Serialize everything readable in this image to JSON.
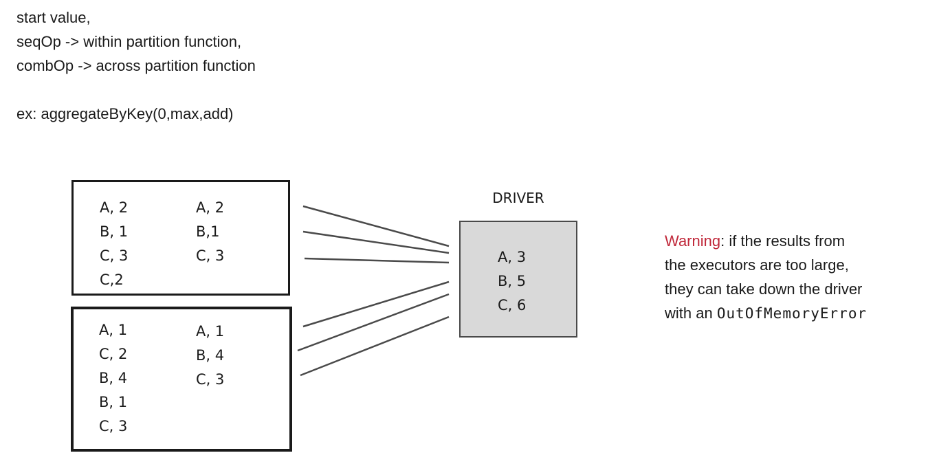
{
  "intro": {
    "line1": "start value,",
    "line2": "seqOp -> within partition function,",
    "line3": "combOp -> across partition function",
    "example": "ex: aggregateByKey(0,max,add)"
  },
  "partition_1": {
    "left": [
      "A, 2",
      "B, 1",
      "C, 3",
      "C,2"
    ],
    "right": [
      "A, 2",
      "B,1",
      "C, 3"
    ]
  },
  "partition_2": {
    "left": [
      "A, 1",
      "C, 2",
      "B, 4",
      "B, 1",
      "C, 3"
    ],
    "right": [
      "A, 1",
      "B, 4",
      "C, 3"
    ]
  },
  "driver": {
    "title": "DRIVER",
    "values": [
      "A, 3",
      "B, 5",
      "C, 6"
    ]
  },
  "warning": {
    "label": "Warning",
    "text1": ": if the results from",
    "text2": "the executors are too large,",
    "text3": "they can take down the driver",
    "text4": "with an ",
    "error_name": "OutOfMemoryError"
  },
  "colors": {
    "warning": "#c0283a",
    "driver_fill": "#d9d9d9"
  }
}
